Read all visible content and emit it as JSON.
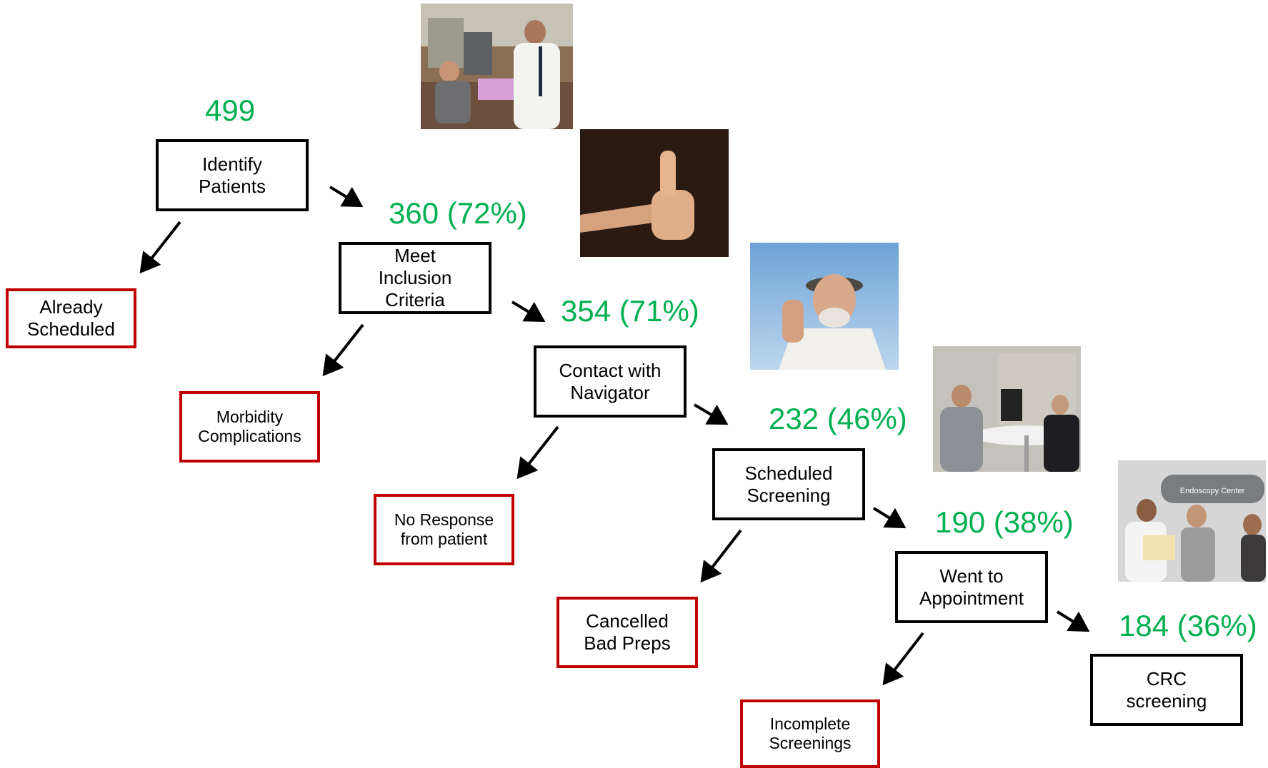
{
  "counts": {
    "identify": "499",
    "meet": "360 (72%)",
    "contact": "354 (71%)",
    "scheduled": "232 (46%)",
    "went": "190 (38%)",
    "crc": "184 (36%)"
  },
  "steps": {
    "identify": "Identify\nPatients",
    "meet": "Meet\nInclusion\nCriteria",
    "contact": "Contact with\nNavigator",
    "scheduled": "Scheduled\nScreening",
    "went": "Went to\nAppointment",
    "crc": "CRC\nscreening"
  },
  "exclusions": {
    "already": "Already\nScheduled",
    "morbidity": "Morbidity\nComplications",
    "no_response": "No Response\nfrom patient",
    "cancelled": "Cancelled\nBad Preps",
    "incomplete": "Incomplete\nScreenings"
  },
  "photos": {
    "endoscopy_sign": "Endoscopy Center"
  },
  "colors": {
    "count_green": "#00b050",
    "exclusion_red": "#c00000",
    "step_border": "#000000"
  }
}
